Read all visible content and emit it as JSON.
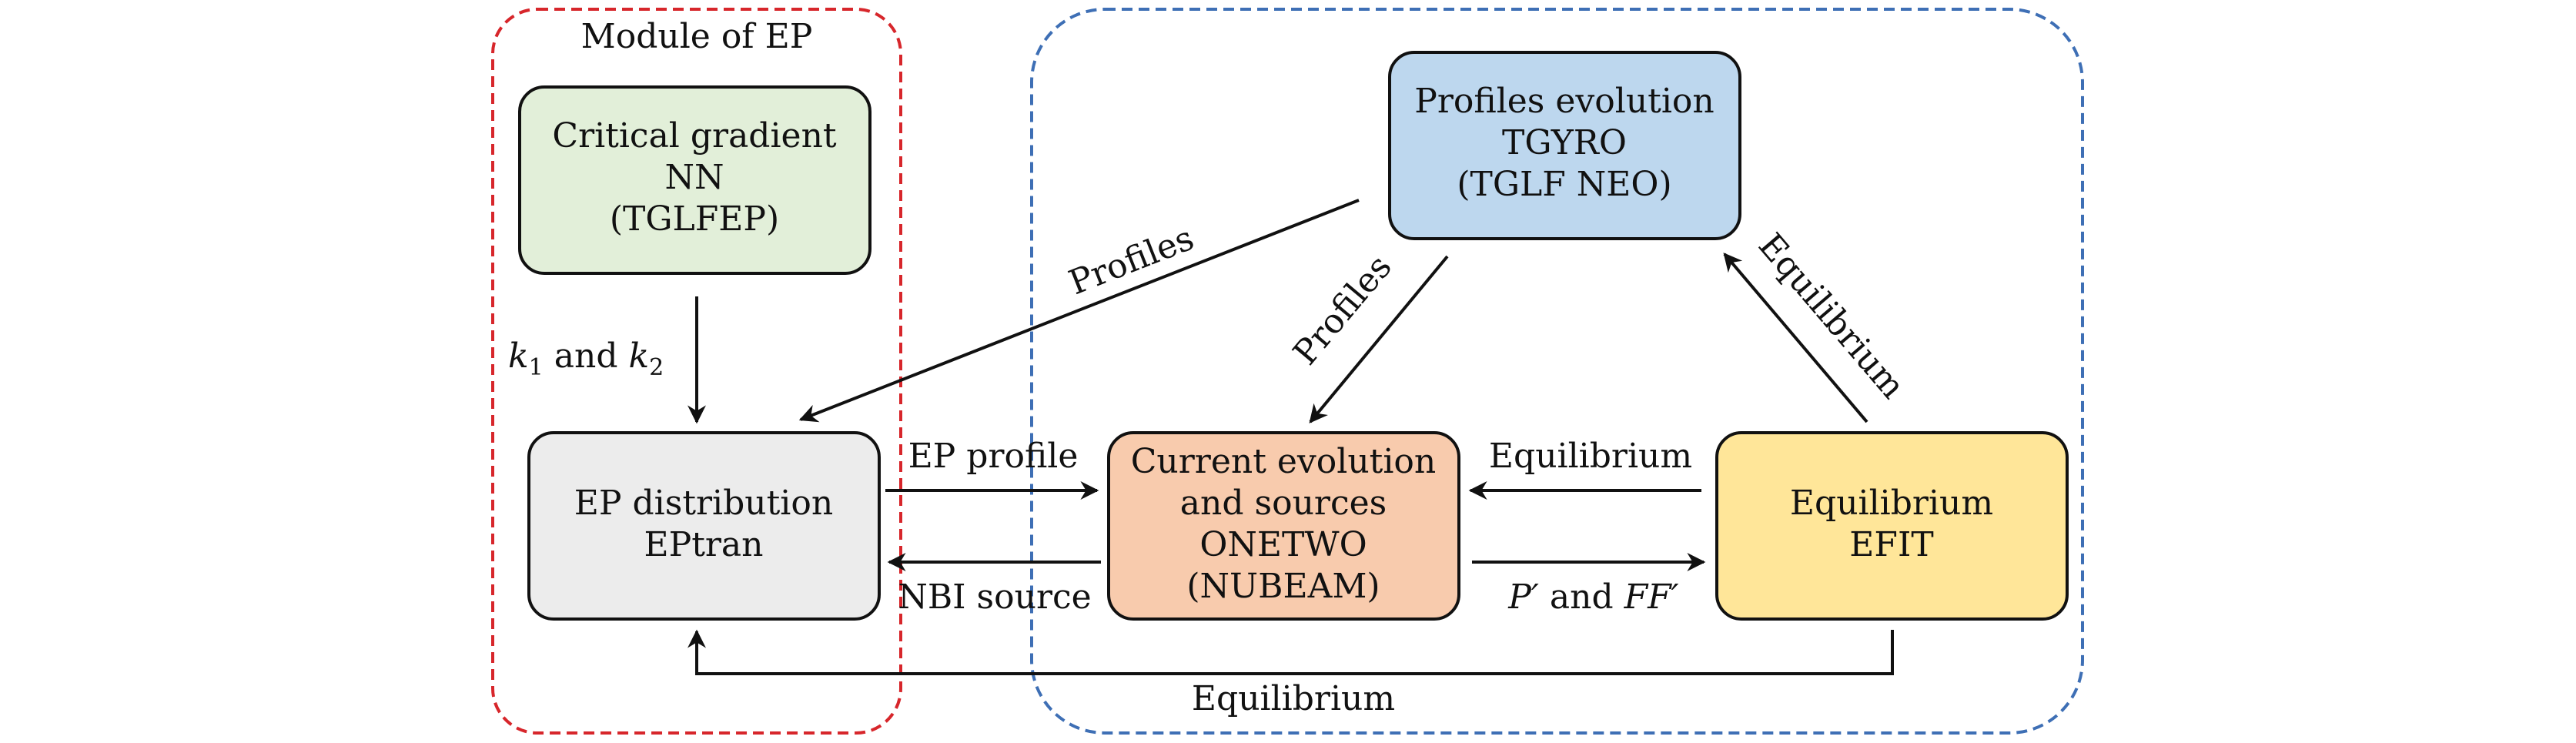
{
  "colors": {
    "ep_module_border": "#d7262b",
    "ep_module_title": "#d7262b",
    "integrated_border": "#3e6fb5",
    "critical_gradient_fill": "#e2efd9",
    "ep_distribution_fill": "#ececec",
    "profiles_evolution_fill": "#bdd7ee",
    "current_evolution_fill": "#f8cbad",
    "equilibrium_fill": "#ffe699",
    "box_border": "#111111",
    "arrow": "#111111"
  },
  "ep_module": {
    "title": "Module of EP"
  },
  "boxes": {
    "critical_gradient": {
      "lines": [
        "Critical gradient",
        "NN",
        "(TGLFEP)"
      ]
    },
    "ep_distribution": {
      "lines": [
        "EP distribution",
        "EPtran"
      ]
    },
    "profiles_evolution": {
      "lines": [
        "Profiles evolution",
        "TGYRO",
        "(TGLF NEO)"
      ]
    },
    "current_evolution": {
      "lines": [
        "Current evolution",
        "and sources",
        "ONETWO",
        "(NUBEAM)"
      ]
    },
    "equilibrium": {
      "lines": [
        "Equilibrium",
        "EFIT"
      ]
    }
  },
  "edge_labels": {
    "k_values": {
      "k1": "k",
      "sub1": "1",
      "and": " and ",
      "k2": "k",
      "sub2": "2"
    },
    "profiles_to_ep": "Profiles",
    "profiles_to_current": "Profiles",
    "equilibrium_to_profiles": "Equilibrium",
    "ep_profile": "EP profile",
    "nbi_source": "NBI source",
    "equilibrium_to_current": "Equilibrium",
    "p_ff": {
      "p": "P′",
      "and": " and ",
      "ff": "FF′"
    },
    "equilibrium_bottom": "Equilibrium"
  }
}
